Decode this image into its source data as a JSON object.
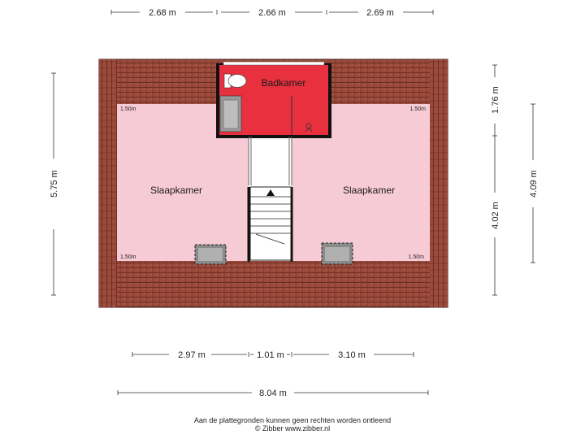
{
  "dimensions": {
    "top": [
      "2.68 m",
      "2.66 m",
      "2.69 m"
    ],
    "right_outer": "4.09 m",
    "right_upper": "1.76 m",
    "right_lower": "4.02 m",
    "left": "5.75 m",
    "bottom_row": [
      "2.97 m",
      "1.01 m",
      "3.10 m"
    ],
    "bottom_total": "8.04 m"
  },
  "rooms": {
    "bathroom": "Badkamer",
    "bedroom_left": "Slaapkamer",
    "bedroom_right": "Slaapkamer"
  },
  "height_markers": {
    "top_left": "1.50m",
    "top_right": "1.50m",
    "bottom_left": "1.50m",
    "bottom_right": "1.50m"
  },
  "footer": {
    "line1": "Aan de plattegronden kunnen geen rechten worden ontleend",
    "line2": "© Zibber www.zibber.nl"
  },
  "colors": {
    "roof": "#9b4b3c",
    "bedroom": "#f7cbd6",
    "bathroom": "#e8303f",
    "wall": "#111111"
  }
}
